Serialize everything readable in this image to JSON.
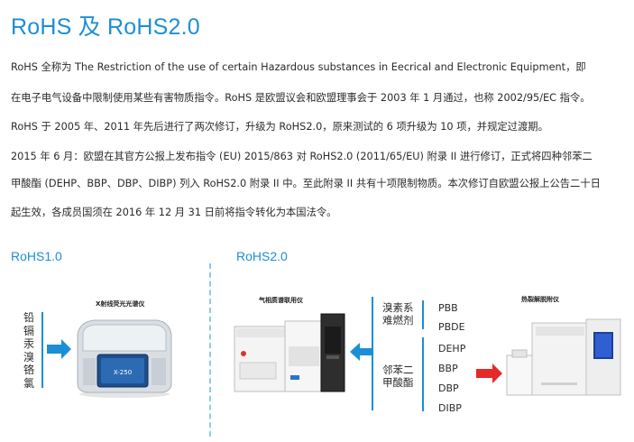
{
  "title": "RoHS 及 RoHS2.0",
  "paragraphs": [
    "RoHS 全称为 The Restriction of the use of certain Hazardous substances in Eecrical and Electronic Equipment，即",
    "在电子电气设备中限制使用某些有害物质指令。RoHS 是欧盟议会和欧盟理事会于 2003 年 1 月通过，也称 2002/95/EC 指令。",
    "RoHS 于 2005 年、2011 年先后进行了两次修订，升级为 RoHS2.0，原来测试的 6 项升级为 10 项，并规定过渡期。",
    "2015 年 6 月：欧盟在其官方公报上发布指令 (EU) 2015/863 对 RoHS2.0 (2011/65/EU) 附录 II 进行修订，正式将四种邻苯二",
    "甲酸酯 (DEHP、BBP、DBP、DIBP) 列入 RoHS2.0 附录 II 中。至此附录 II 共有十项限制物质。本次修订自欧盟公报上公告二十日",
    "起生效，各成员国须在 2016 年 12 月 31 日前将指令转化为本国法令。"
  ],
  "rohs1": {
    "label": "RoHS1.0",
    "elements": [
      "铅",
      "镉",
      "汞",
      "溴",
      "铬",
      "氯"
    ],
    "instrument_label": "X射线荧光光谱仪",
    "device_badge": "X-250"
  },
  "rohs2": {
    "label": "RoHS2.0",
    "gcms_label": "气相质谱联用仪",
    "pyro_label": "热裂解脱附仪",
    "group1": "溴素系\n难燃剂",
    "group1_lines": [
      "溴素系",
      "难燃剂"
    ],
    "group1_items": [
      "PBB",
      "PBDE"
    ],
    "group2_lines": [
      "邻苯二",
      "甲酸酯"
    ],
    "group2_items": [
      "DEHP",
      "BBP",
      "DBP",
      "DIBP"
    ]
  },
  "colors": {
    "accent": "#1b8fd6",
    "arrow_red": "#e52828",
    "text": "#2b2b2b"
  }
}
